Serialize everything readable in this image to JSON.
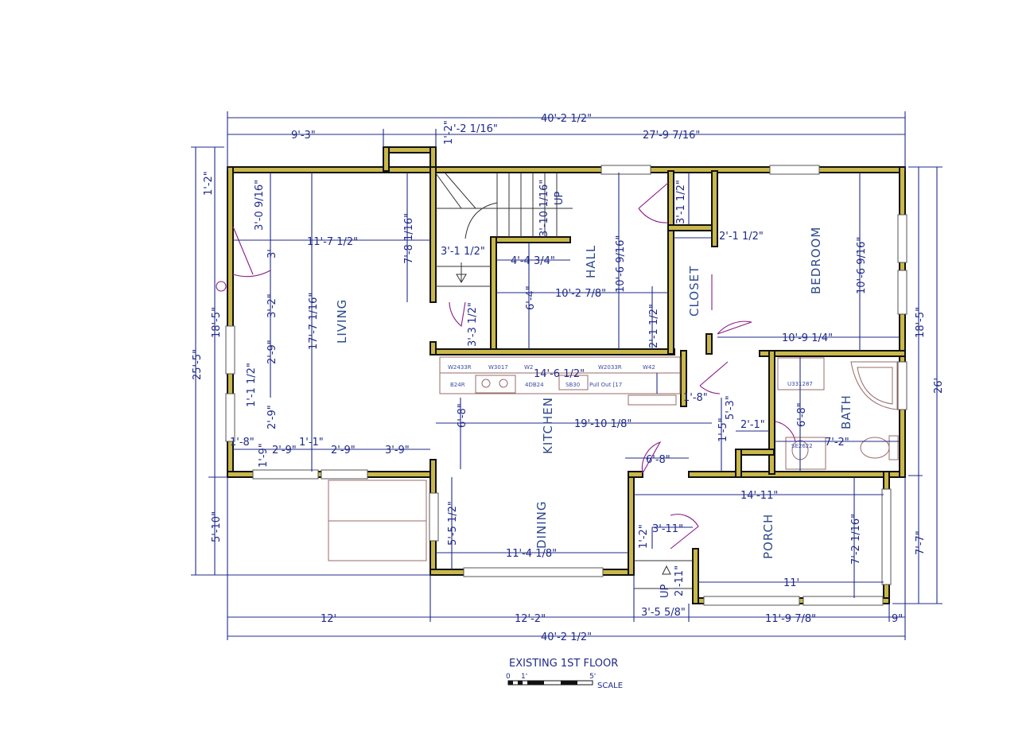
{
  "drawing": {
    "title": "EXISTING 1ST FLOOR",
    "scale_label": "SCALE",
    "scale_ticks": [
      "0",
      "1'",
      "5'"
    ]
  },
  "rooms": {
    "living": "LIVING",
    "hall": "HALL",
    "closet": "CLOSET",
    "bedroom": "BEDROOM",
    "kitchen": "KITCHEN",
    "bath": "BATH",
    "dining": "DINING",
    "porch": "PORCH",
    "up_stair": "UP",
    "up_porch": "UP"
  },
  "dimensions": {
    "top_total": "40'-2 1/2\"",
    "top_left": "9'-3\"",
    "top_small": "1'-2\"",
    "top_mid": "'-2 1/16\"",
    "top_right": "27'-9 7/16\"",
    "left_top": "1'-2\"",
    "left_living": "18'-5\"",
    "left_total": "25'-5\"",
    "left_bottom": "5'-10\"",
    "liv_a": "3'-0 9/16\"",
    "liv_width": "11'-7 1/2\"",
    "liv_b": "3'",
    "liv_c": "3'-2\"",
    "liv_d": "2'-9\"",
    "liv_e": "1'-1 1/2\"",
    "liv_f": "2'-9\"",
    "liv_height": "17'-7 1/16\"",
    "liv_g": "1'-8\"",
    "liv_h": "1'-9\"",
    "liv_i": "2'-9\"",
    "liv_j": "1'-1\"",
    "liv_k": "2'-9\"",
    "liv_l": "3'-9\"",
    "stair_h": "7'-8 1/16\"",
    "stair_w": "3'-1 1/2\"",
    "stair_b": "3'-10 1/16\"",
    "stair_c": "4'-4 3/4\"",
    "stair_d": "3'-3 1/2\"",
    "hall_a": "6'-4\"",
    "hall_w": "10'-2 7/8\"",
    "hall_h": "10'-6 9/16\"",
    "hall_b": "2'-1 1/2\"",
    "closet_a": "3'-1 1/2\"",
    "closet_b": "2'-1 1/2\"",
    "bed_h": "10'-6 9/16\"",
    "bed_w": "10'-9 1/4\"",
    "right_upper": "18'-5\"",
    "right_total": "26'",
    "right_lower": "7'-7\"",
    "kit_cab": "14'-6 1/2\"",
    "kit_a": "6'-8\"",
    "kit_w": "19'-10 1/8\"",
    "kit_b": "1'-8\"",
    "kit_c": "5'-3\"",
    "kit_d": "1'-5\"",
    "kit_e": "2'-1\"",
    "kit_f": "6'-8\"",
    "bath_a": "6'-8\"",
    "bath_w": "7'-2\"",
    "din_a": "5'-5 1/2\"",
    "din_w": "11'-4 1/8\"",
    "porch_w": "14'-11\"",
    "porch_h": "7'-2 1/16\"",
    "porch_a": "1'-2\"",
    "porch_b": "3'-11\"",
    "porch_c": "2'-11\"",
    "porch_d": "11'",
    "bot_a": "12'",
    "bot_b": "12'-2\"",
    "bot_c": "3'-5 5/8\"",
    "bot_d": "11'-9 7/8\"",
    "bot_e": "9\"",
    "bot_total": "40'-2 1/2\""
  },
  "cabinets": {
    "c1": "W2433R",
    "c2": "W3017",
    "c3": "W2",
    "c4": "W2033R",
    "c5": "W42",
    "c6": "B24R",
    "c7": "4DB24",
    "c8": "SB30",
    "c9": "Pull Out [17",
    "c10": "U331287",
    "c11": "SE2622"
  }
}
